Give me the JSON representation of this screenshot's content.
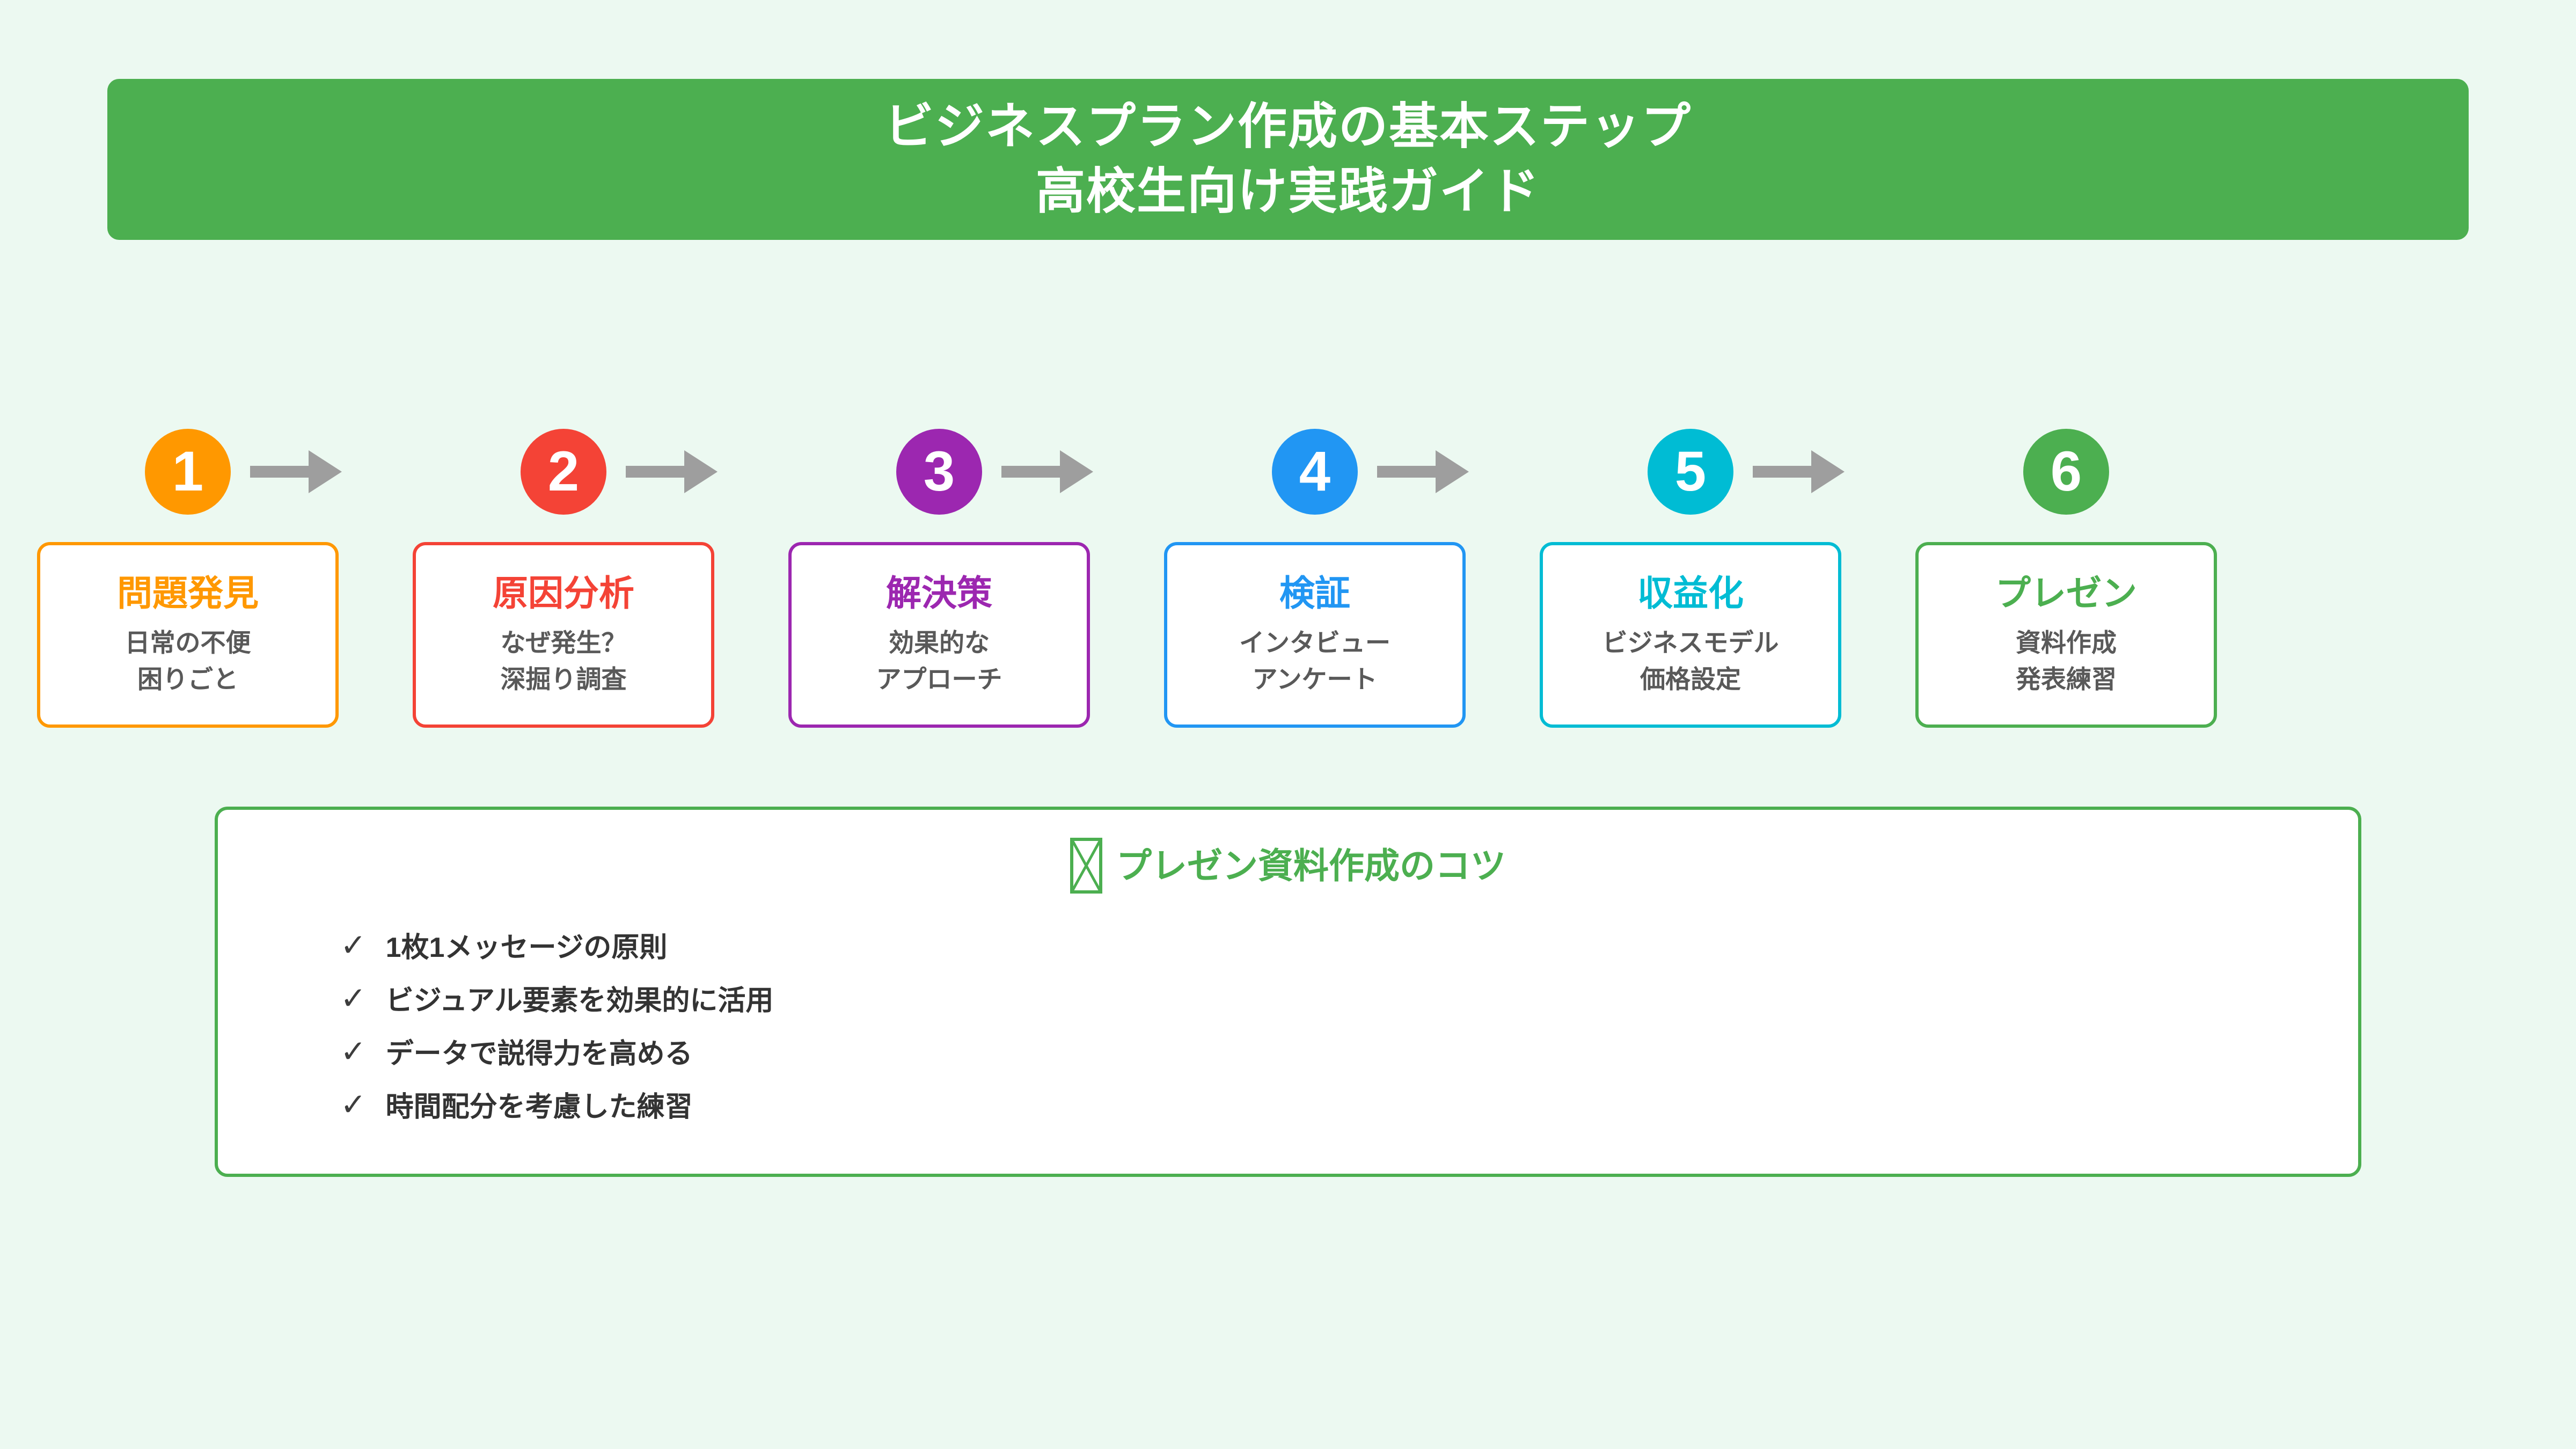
{
  "colors": {
    "background": "#ECF9F1",
    "header_bg": "#4CAF50",
    "header_text": "#FFFFFF",
    "arrow": "#9E9E9E",
    "card_bg": "#FFFFFF",
    "description_text": "#595959",
    "tips_accent": "#4CAF50",
    "checklist_text": "#333333",
    "check_mark": "#3D3D3D"
  },
  "header": {
    "title_line1": "ビジネスプラン作成の基本ステップ",
    "title_line2": "高校生向け実践ガイド"
  },
  "steps": [
    {
      "number": "1",
      "title": "問題発見",
      "lines": [
        "日常の不便",
        "困りごと"
      ],
      "color": "#FF9800"
    },
    {
      "number": "2",
      "title": "原因分析",
      "lines": [
        "なぜ発生？",
        "深掘り調査"
      ],
      "color": "#F44336"
    },
    {
      "number": "3",
      "title": "解決策",
      "lines": [
        "効果的な",
        "アプローチ"
      ],
      "color": "#9C27B0"
    },
    {
      "number": "4",
      "title": "検証",
      "lines": [
        "インタビュー",
        "アンケート"
      ],
      "color": "#2196F3"
    },
    {
      "number": "5",
      "title": "収益化",
      "lines": [
        "ビジネスモデル",
        "価格設定"
      ],
      "color": "#00BCD4"
    },
    {
      "number": "6",
      "title": "プレゼン",
      "lines": [
        "資料作成",
        "発表練習"
      ],
      "color": "#4CAF50"
    }
  ],
  "tips": {
    "icon": "missing-glyph-tofu-box",
    "title": "プレゼン資料作成のコツ",
    "check_glyph": "✓",
    "items": [
      "1枚1メッセージの原則",
      "ビジュアル要素を効果的に活用",
      "データで説得力を高める",
      "時間配分を考慮した練習"
    ]
  }
}
